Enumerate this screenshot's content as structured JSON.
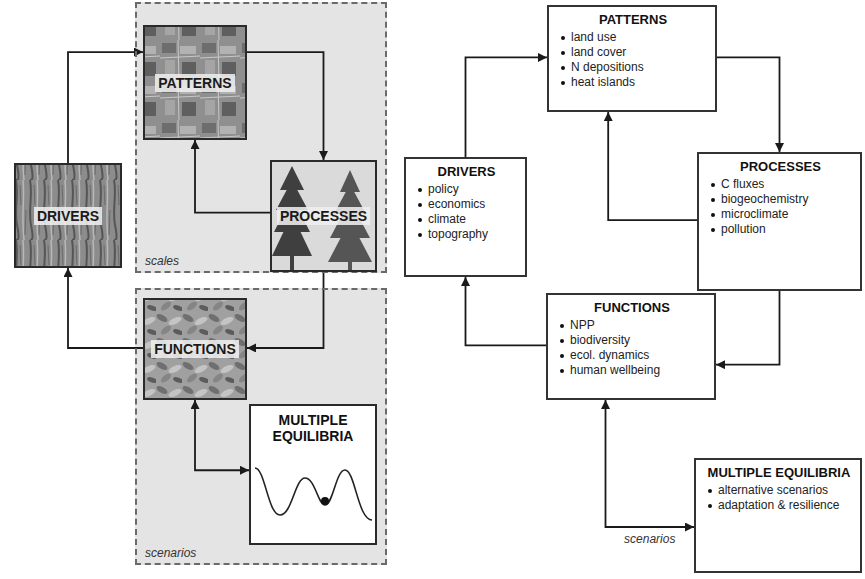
{
  "diagram": {
    "nodes": [
      {
        "text": [
          "scales"
        ]
      },
      {
        "text": [
          "PATTERNS"
        ],
        "in": 0
      },
      {
        "text": [
          "PROCESSES"
        ],
        "in": 0
      },
      {
        "text": [
          "DRIVERS"
        ]
      },
      {
        "text": [
          "scenarios"
        ]
      },
      {
        "text": [
          "FUNCTIONS"
        ],
        "in": 4
      },
      {
        "text": [
          "MULTIPLE EQUILIBRIA"
        ],
        "in": 4
      },
      {
        "text": [
          "PATTERNS",
          "land use",
          "land cover",
          "N depositions",
          "heat islands"
        ]
      },
      {
        "text": [
          "DRIVERS",
          "policy",
          "economics",
          "climate",
          "topography"
        ]
      },
      {
        "text": [
          "PROCESSES",
          "C fluxes",
          "biogeochemistry",
          "microclimate",
          "pollution"
        ]
      },
      {
        "text": [
          "FUNCTIONS",
          "NPP",
          "biodiversity",
          "ecol. dynamics",
          "human wellbeing"
        ]
      },
      {
        "text": [
          "MULTIPLE EQUILIBRIA",
          "alternative scenarios",
          "adaptation & resilience"
        ]
      }
    ],
    "edges": [
      {
        "from": 3,
        "to": 1,
        "arrow": "to"
      },
      {
        "from": 1,
        "to": 2,
        "arrow": "to"
      },
      {
        "from": 2,
        "to": 1,
        "arrow": "to"
      },
      {
        "from": 2,
        "to": 5,
        "arrow": "to"
      },
      {
        "from": 5,
        "to": 3,
        "arrow": "to"
      },
      {
        "from": 5,
        "to": 6,
        "arrow": "both"
      },
      {
        "from": 8,
        "to": 7,
        "arrow": "to"
      },
      {
        "from": 7,
        "to": 9,
        "arrow": "to"
      },
      {
        "from": 9,
        "to": 7,
        "arrow": "to"
      },
      {
        "from": 9,
        "to": 10,
        "arrow": "to"
      },
      {
        "from": 10,
        "to": 8,
        "arrow": "to"
      },
      {
        "from": 10,
        "to": 11,
        "arrow": "both",
        "label": "scenarios"
      }
    ]
  }
}
